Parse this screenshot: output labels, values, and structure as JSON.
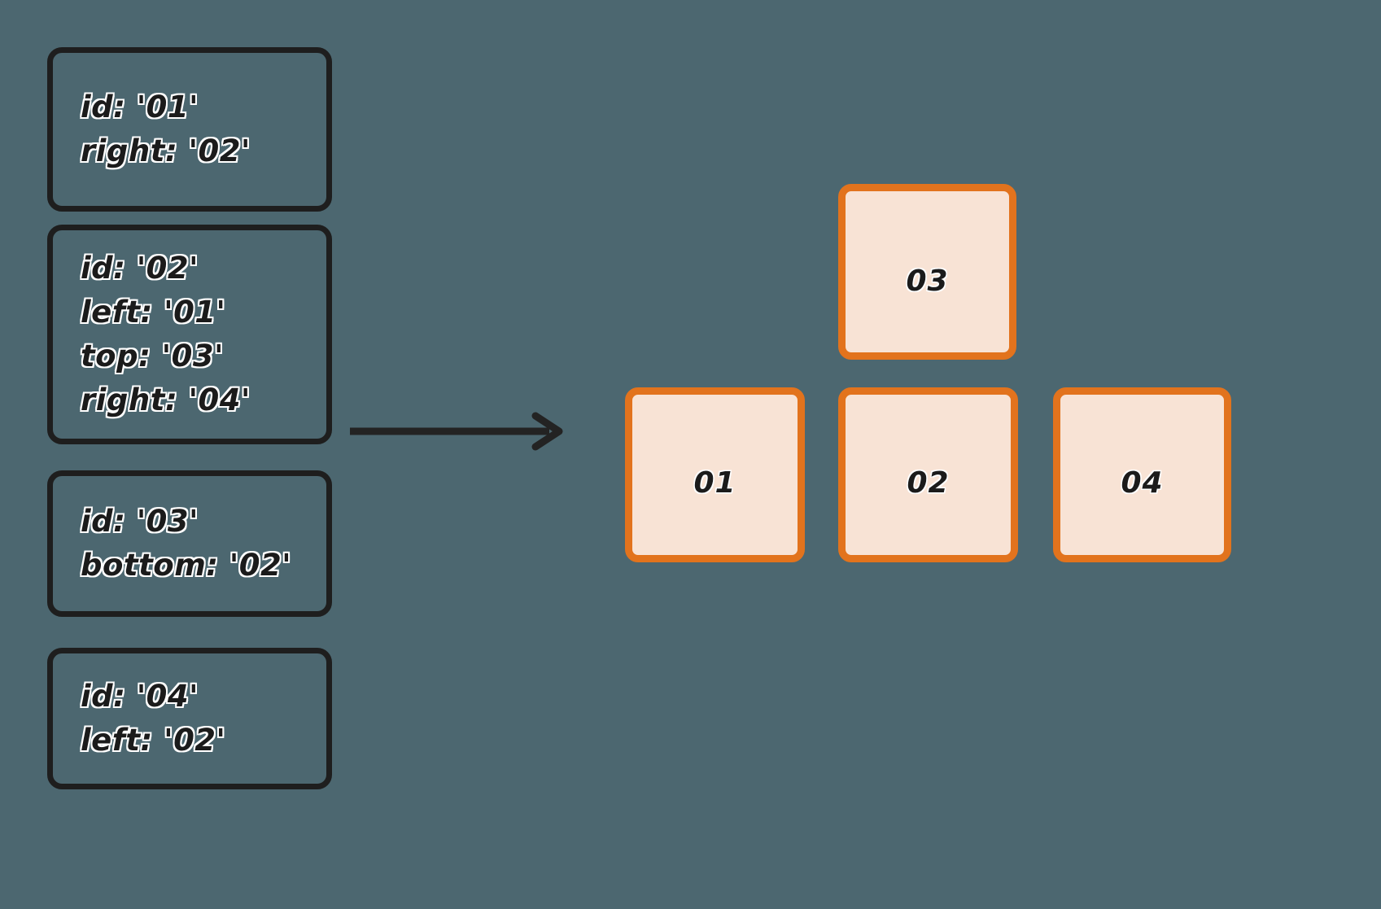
{
  "colors": {
    "background": "#4c6770",
    "spec_box_border": "#1e1e1e",
    "card_border": "#e2731d",
    "card_fill": "#f8e3d5",
    "text": "#1b1b1b",
    "text_outline": "#ffffff",
    "arrow": "#232323"
  },
  "spec_boxes": [
    {
      "id": "01",
      "lines": [
        "id: '01'",
        "right: '02'"
      ]
    },
    {
      "id": "02",
      "lines": [
        "id: '02'",
        "left: '01'",
        "top: '03'",
        "right: '04'"
      ]
    },
    {
      "id": "03",
      "lines": [
        "id: '03'",
        "bottom: '02'"
      ]
    },
    {
      "id": "04",
      "lines": [
        "id: '04'",
        "left: '02'"
      ]
    }
  ],
  "arrow": {
    "icon": "arrow-right-icon",
    "direction": "right"
  },
  "grid_cards": [
    {
      "label": "03"
    },
    {
      "label": "01"
    },
    {
      "label": "02"
    },
    {
      "label": "04"
    }
  ]
}
